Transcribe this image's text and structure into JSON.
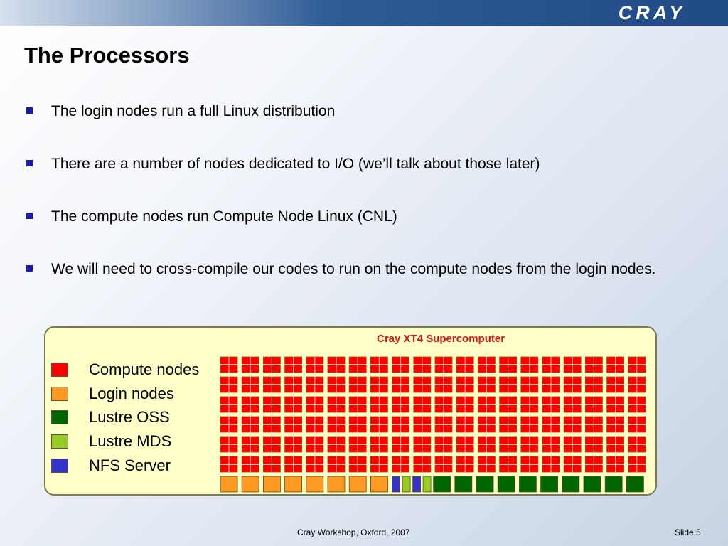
{
  "slide": {
    "title": "The Processors",
    "logo_text": "CRAY",
    "bullets": [
      "The login nodes run a full Linux distribution",
      "There are a number of nodes dedicated to I/O (we’ll talk about those later)",
      "The compute nodes run Compute Node Linux (CNL)",
      "We will need to cross-compile our codes to run on the compute nodes from the login nodes."
    ]
  },
  "diagram": {
    "title": "Cray XT4 Supercomputer",
    "legend": [
      {
        "label": "Compute nodes",
        "type": "compute",
        "color": "#ff0000"
      },
      {
        "label": "Login nodes",
        "type": "login",
        "color": "#ff9922"
      },
      {
        "label": "Lustre OSS",
        "type": "oss",
        "color": "#006600"
      },
      {
        "label": "Lustre MDS",
        "type": "mds",
        "color": "#99cc22"
      },
      {
        "label": "NFS Server",
        "type": "nfs",
        "color": "#3333cc"
      }
    ],
    "grid": {
      "columns": 20,
      "compute_rows": 6,
      "bottom_row": [
        "login",
        "login",
        "login",
        "login",
        "login",
        "login",
        "login",
        "login",
        "nfs",
        "mds",
        "nfs",
        "mds",
        "oss",
        "oss",
        "oss",
        "oss",
        "oss",
        "oss",
        "oss",
        "oss",
        "oss",
        "oss"
      ]
    }
  },
  "footer": {
    "center": "Cray Workshop, Oxford, 2007",
    "right": "Slide 5"
  }
}
